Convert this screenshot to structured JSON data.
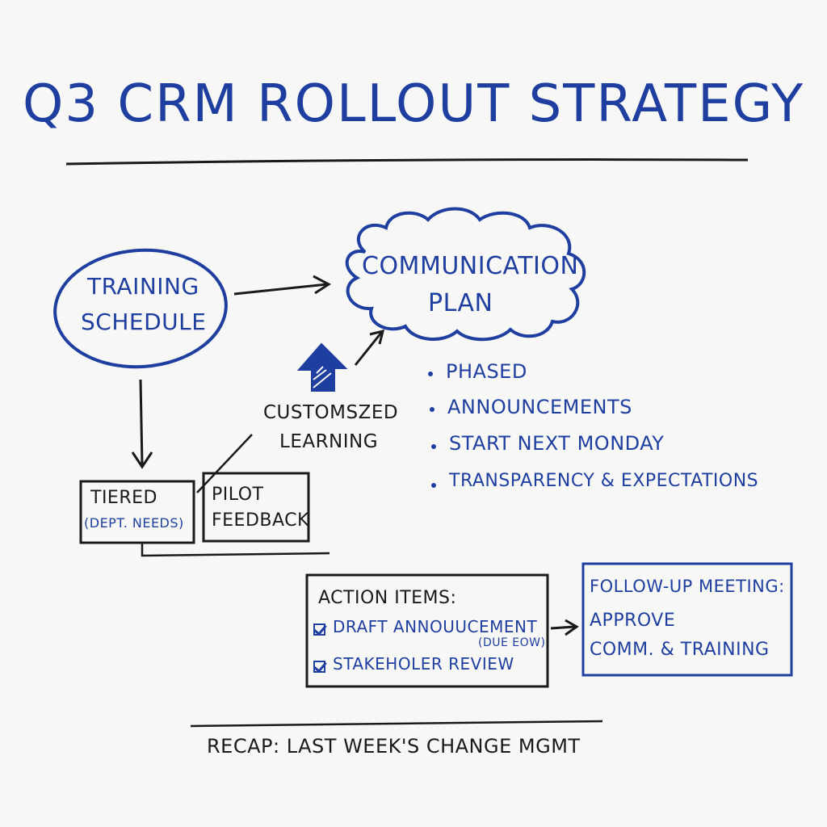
{
  "title": "Q3 CRM ROLLOUT STRATEGY",
  "nodes": {
    "training_schedule": [
      "TRAINING",
      "SCHEDULE"
    ],
    "communication_plan": [
      "COMMUNICATION",
      "PLAN"
    ],
    "customized_learning": [
      "CUSTOMSZED",
      "LEARNING"
    ],
    "tiered": {
      "line1": "TIERED",
      "line2": "(DEPT. NEEDS)"
    },
    "pilot_feedback": [
      "PILOT",
      "FEEDBACK"
    ]
  },
  "plan_bullets": [
    "PHASED",
    "ANNOUNCEMENTS",
    "START NEXT MONDAY",
    "TRANSPARENCY & EXPECTATIONS"
  ],
  "action_items": {
    "heading": "ACTION ITEMS:",
    "items": [
      "DRAFT ANNOUUCEMENT",
      "STAKEHOLER REVIEW"
    ],
    "due_note": "(DUE EOW)"
  },
  "follow_up": [
    "FOLLOW-UP MEETING:",
    "APPROVE",
    "COMM. & TRAINING"
  ],
  "recap": "RECAP: LAST WEEK'S CHANGE MGMT",
  "colors": {
    "ink_blue": "#1f3fa0",
    "ink_black": "#1a1a1a",
    "paper": "#f7f7f6"
  }
}
